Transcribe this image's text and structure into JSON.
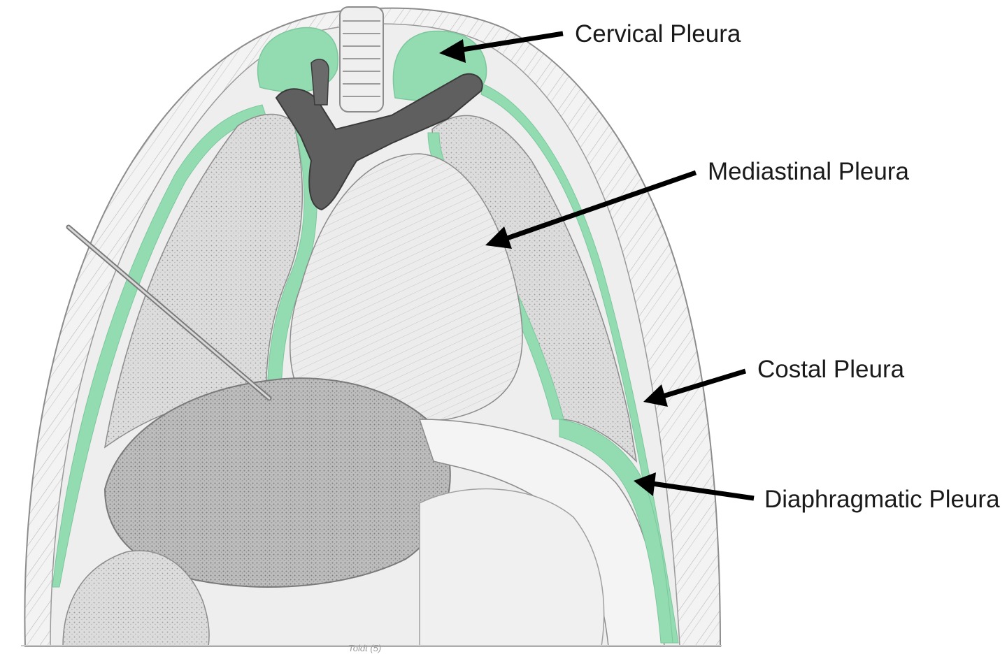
{
  "labels": {
    "cervical": "Cervical Pleura",
    "mediastinal": "Mediastinal Pleura",
    "costal": "Costal Pleura",
    "diaphragmatic": "Diaphragmatic Pleura"
  },
  "credit": "Toldt (5)",
  "colors": {
    "pleura": "#93dcb2",
    "outline": "#8c8c8c",
    "arrow": "#000000",
    "vessel": "#5f5f5f",
    "tissue": "#e3e3e3"
  }
}
